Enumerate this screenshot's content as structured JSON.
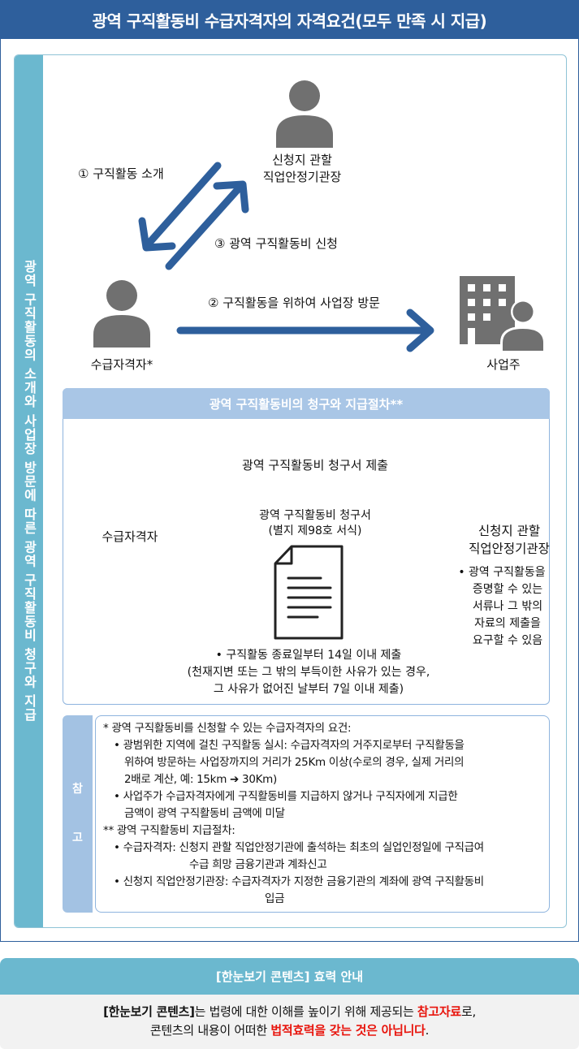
{
  "title": "광역 구직활동비 수급자격자의 자격요건(모두 만족 시 지급)",
  "side_label": "광역 구직활동의 소개와 사업장 방문에 따른 광역 구직활동비 청구와 지급",
  "flow": {
    "center_office": "신청지 관할\n직업안정기관장",
    "recipient": "수급자격자*",
    "employer": "사업주",
    "step1": "① 구직활동 소개",
    "step2": "② 구직활동을 위하여 사업장 방문",
    "step3": "③ 광역 구직활동비 신청"
  },
  "procedure": {
    "header": "광역 구직활동비의 청구와 지급절차**",
    "recipient": "수급자격자",
    "office": "신청지 관할\n직업안정기관장",
    "arrow_label": "광역 구직활동비 청구서 제출",
    "form_name": "광역 구직활동비 청구서",
    "form_ref": "(별지 제98호 서식)",
    "office_note": [
      "• 광역 구직활동을",
      "증명할 수 있는",
      "서류나 그 밖의",
      "자료의 제출을",
      "요구할 수 있음"
    ],
    "deadline": [
      "• 구직활동 종료일부터 14일 이내 제출",
      "(천재지변 또는 그 밖의 부득이한 사유가 있는 경우,",
      "그 사유가 없어진 날부터 7일 이내 제출)"
    ]
  },
  "reference": {
    "side_chars": [
      "참",
      "고"
    ],
    "lines": [
      "* 광역 구직활동비를 신청할 수 있는 수급자격자의 요건:",
      "• 광범위한 지역에 걸친 구직활동 실시: 수급자격자의 거주지로부터 구직활동을",
      "위하여 방문하는 사업장까지의 거리가 25Km 이상(수로의 경우, 실제 거리의",
      "2배로 계산, 예: 15km ➔ 30Km)",
      "• 사업주가 수급자격자에게 구직활동비를 지급하지 않거나 구직자에게 지급한",
      "금액이 광역 구직활동비 금액에 미달",
      "** 광역 구직활동비 지급절차:",
      "• 수급자격자: 신청지 관할 직업안정기관에 출석하는 최초의 실업인정일에 구직급여",
      "수급 희망 금융기관과 계좌신고",
      "• 신청지 직업안정기관장: 수급자격자가 지정한 금융기관의 계좌에 광역 구직활동비",
      "입금"
    ]
  },
  "notice": {
    "header": "[한눈보기 콘텐츠] 효력 안내",
    "p1": "[한눈보기 콘텐츠]",
    "p2": "는 법령에 대한 이해를 높이기 위해 제공되는 ",
    "p3": "참고자료",
    "p4": "로,",
    "p5": "콘텐츠의 내용이 어떠한 ",
    "p6": "법적효력을 갖는 것은 아닙니다",
    "p7": "."
  },
  "colors": {
    "title_bg": "#2e5f9c",
    "side_bg": "#6bb8cf",
    "arrow_dark": "#2e5f9c",
    "arrow_light": "#7fc4d4",
    "person": "#707070",
    "red": "#e8140c"
  }
}
